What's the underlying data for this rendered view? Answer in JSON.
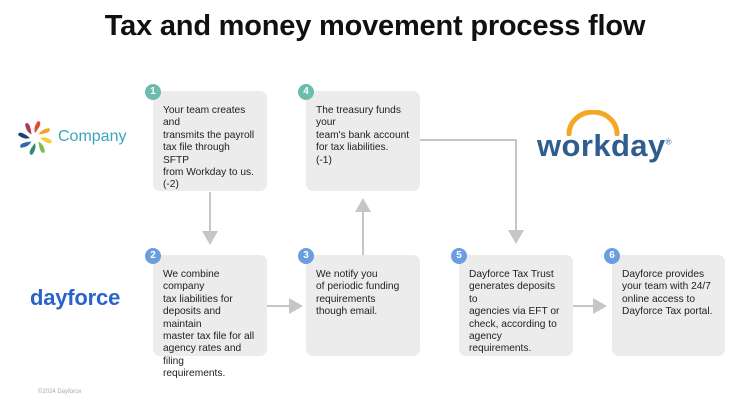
{
  "title": "Tax and money movement process flow",
  "logos": {
    "company": "Company",
    "workday": "workday",
    "workday_mark": "®",
    "dayforce": "dayforce"
  },
  "steps": [
    {
      "number": "1",
      "text": "Your team creates and\ntransmits the payroll\ntax file through SFTP\nfrom Workday to us.\n(-2)"
    },
    {
      "number": "2",
      "text": "We combine company\ntax liabilities for\ndeposits and maintain\nmaster tax file for all\nagency rates and filing\nrequirements."
    },
    {
      "number": "3",
      "text": "We notify you\nof periodic funding\nrequirements\nthough email."
    },
    {
      "number": "4",
      "text": "The treasury funds your\nteam's bank account\nfor tax liabilities.\n(-1)"
    },
    {
      "number": "5",
      "text": "Dayforce Tax Trust\ngenerates deposits to\nagencies via EFT or\ncheck, according to\nagency requirements."
    },
    {
      "number": "6",
      "text": "Dayforce provides\nyour team with 24/7\nonline access to\nDayforce Tax portal."
    }
  ],
  "colors": {
    "badge_teal": "#6cbcae",
    "badge_blue": "#6b9ee0",
    "box_fill": "#ececec",
    "arrow": "#c6c6c6",
    "company_text": "#3aa6b9",
    "workday_text": "#2f5d8f",
    "workday_arc": "#f5a623",
    "dayforce_text": "#2a63c9"
  },
  "footer": {
    "copyright": "©2024 Dayforce"
  }
}
